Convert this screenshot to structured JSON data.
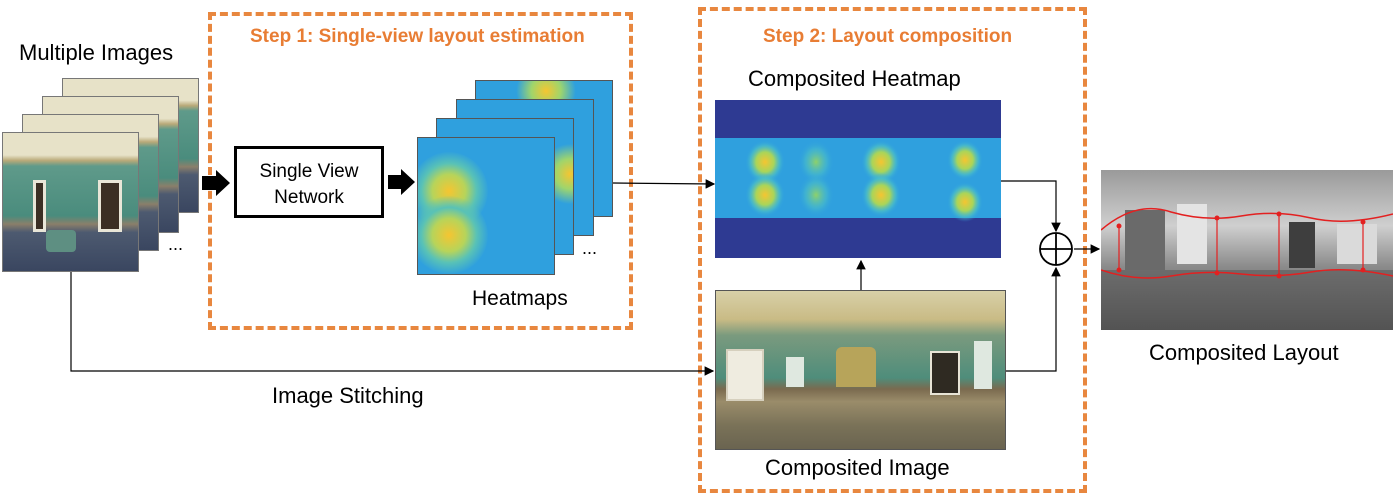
{
  "labels": {
    "multiple_images": "Multiple Images",
    "step1": "Step 1: Single-view layout estimation",
    "step2": "Step 2: Layout composition",
    "single_view_line1": "Single View",
    "single_view_line2": "Network",
    "heatmaps": "Heatmaps",
    "composited_heatmap": "Composited Heatmap",
    "composited_image": "Composited Image",
    "composited_layout": "Composited Layout",
    "image_stitching": "Image Stitching",
    "ellipsis_images": "...",
    "ellipsis_heatmaps": "..."
  },
  "colors": {
    "step_title": "#e87d34",
    "dash_border": "#e8873f",
    "heatmap_dark": "#2e3a92",
    "heatmap_mid": "#2fa0de",
    "heatmap_hot": "#f5c531"
  }
}
